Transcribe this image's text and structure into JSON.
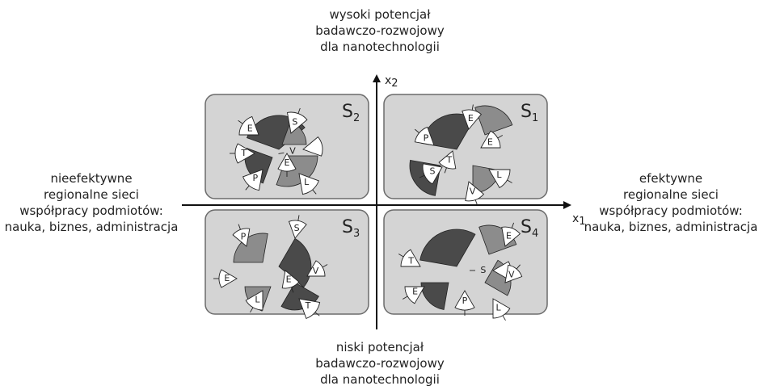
{
  "labels": {
    "top": [
      "wysoki potencjał",
      "badawczo-rozwojowy",
      "dla nanotechnologii"
    ],
    "bottom": [
      "niski potencjał",
      "badawczo-rozwojowy",
      "dla nanotechnologii"
    ],
    "left": [
      "nieefektywne",
      "regionalne sieci",
      "współpracy podmiotów:",
      "nauka, biznes, administracja"
    ],
    "right": [
      "efektywne",
      "regionalne sieci",
      "współpracy podmiotów:",
      "nauka, biznes, administracja"
    ]
  },
  "axes": {
    "x": {
      "symbol": "x",
      "sub": "1"
    },
    "y": {
      "symbol": "x",
      "sub": "2"
    }
  },
  "quadrants": [
    {
      "id": "S1",
      "letter": "S",
      "sub": "1"
    },
    {
      "id": "S2",
      "letter": "S",
      "sub": "2"
    },
    {
      "id": "S3",
      "letter": "S",
      "sub": "3"
    },
    {
      "id": "S4",
      "letter": "S",
      "sub": "4"
    }
  ],
  "petal_letters": {
    "S1": [
      "E",
      "P",
      "T",
      "E",
      "S",
      "L",
      "V"
    ],
    "S2": [
      "S",
      "E",
      "T",
      "E",
      "V",
      "P",
      "L"
    ],
    "S3": [
      "P",
      "S",
      "E",
      "E",
      "V",
      "L",
      "T"
    ],
    "S4": [
      "E",
      "T",
      "S",
      "V",
      "E",
      "P",
      "L"
    ]
  },
  "colors": {
    "panel_fill": "#d4d4d4",
    "panel_stroke": "#6b6b6b",
    "petal_white": "#ffffff",
    "petal_dark": "#4a4a4a",
    "petal_mid": "#8c8c8c",
    "axis": "#111111"
  }
}
